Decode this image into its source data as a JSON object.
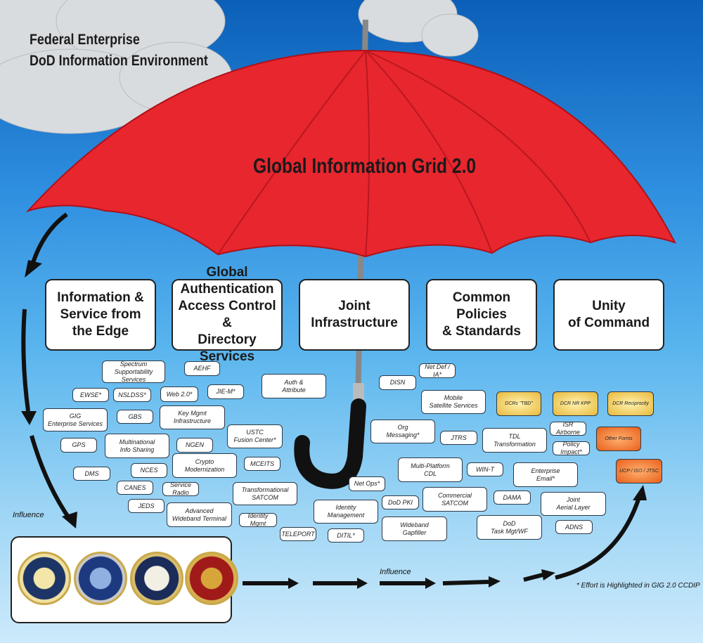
{
  "header": {
    "line1": "Federal Enterprise",
    "line2": "DoD Information Environment"
  },
  "umbrella_title": "Global Information Grid 2.0",
  "pillars": [
    "Information &\nService from\nthe Edge",
    "Global\nAuthentication\nAccess Control &\nDirectory Services",
    "Joint\nInfrastructure",
    "Common Policies\n& Standards",
    "Unity\nof Command"
  ],
  "items": [
    "Spectrum\nSupportability Services",
    "AEHF",
    "EWSE*",
    "NSLDSS*",
    "Web 2.0*",
    "JIE-M*",
    "GIG\nEnterprise Services",
    "GBS",
    "Key Mgmt\nInfrastructure",
    "USTC\nFusion Center*",
    "GPS",
    "Multinational\nInfo Sharing",
    "NGEN",
    "Crypto\nModernization",
    "MCEITS",
    "DMS",
    "NCES",
    "CANES",
    "Service Radio",
    "Transformational\nSATCOM",
    "JEDS",
    "Advanced\nWideband Terminal",
    "Identity Mgmt",
    "Auth &\nAttribute",
    "DISN",
    "Net Def / IA*",
    "Mobile\nSatellite Services",
    "Org\nMessaging*",
    "JTRS",
    "Multi-Platform\nCDL",
    "WIN-T",
    "Net Ops*",
    "DoD PKI",
    "Commercial\nSATCOM",
    "Identity\nManagement",
    "Wideband\nGapfiller",
    "TELEPORT",
    "DITIL*",
    "ISR Airborne",
    "TDL\nTransformation",
    "Policy Impact*",
    "Enterprise\nEmail*",
    "DAMA",
    "Joint\nAerial Layer",
    "DoD\nTask Mgt/WF",
    "ADNS"
  ],
  "highlighted": [
    {
      "label": "DCRs \"TBD\"",
      "color": "gold"
    },
    {
      "label": "DCR NR KPP",
      "color": "gold"
    },
    {
      "label": "DCR Reciprocity",
      "color": "gold"
    },
    {
      "label": "Other Forms",
      "color": "orange"
    },
    {
      "label": "UCP / ISO / JTSC",
      "color": "orange"
    }
  ],
  "influence_labels": [
    "Influence",
    "Influence"
  ],
  "footnote": "* Effort is Highlighted in GIG 2.0 CCDIP",
  "seals": [
    "Department of the Army",
    "Department of the Air Force",
    "Department of the Navy",
    "United States Marine Corps"
  ],
  "colors": {
    "canopy": "#e8262e",
    "gold": "#e8b83a",
    "orange": "#e8601a"
  }
}
